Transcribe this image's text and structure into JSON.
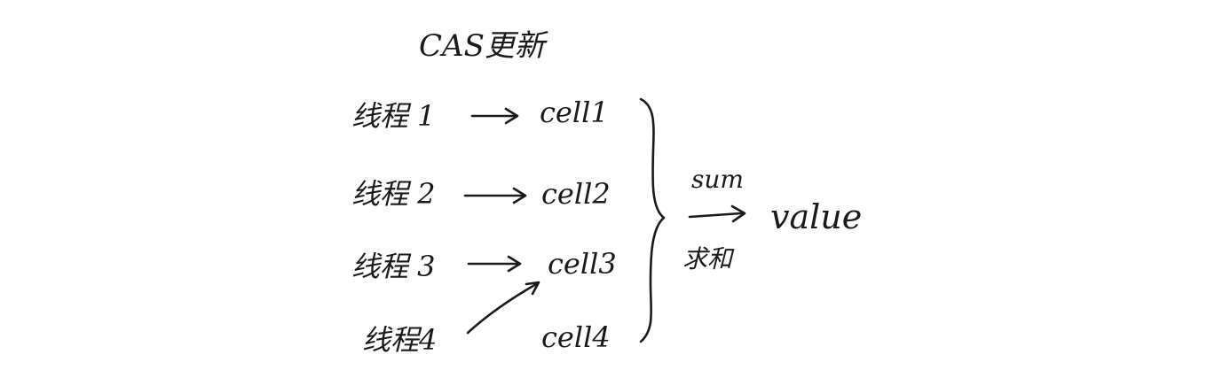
{
  "title": "CAS更新",
  "threads": [
    {
      "label": "线程 1",
      "cell": "cell1"
    },
    {
      "label": "线程 2",
      "cell": "cell2"
    },
    {
      "label": "线程 3",
      "cell": "cell3"
    },
    {
      "label": "线程4",
      "cell": "cell4"
    }
  ],
  "sum_label": "sum",
  "sum_cn_label": "求和",
  "result_label": "value",
  "colors": {
    "ink": "#1a1a1a",
    "background": "#ffffff"
  }
}
